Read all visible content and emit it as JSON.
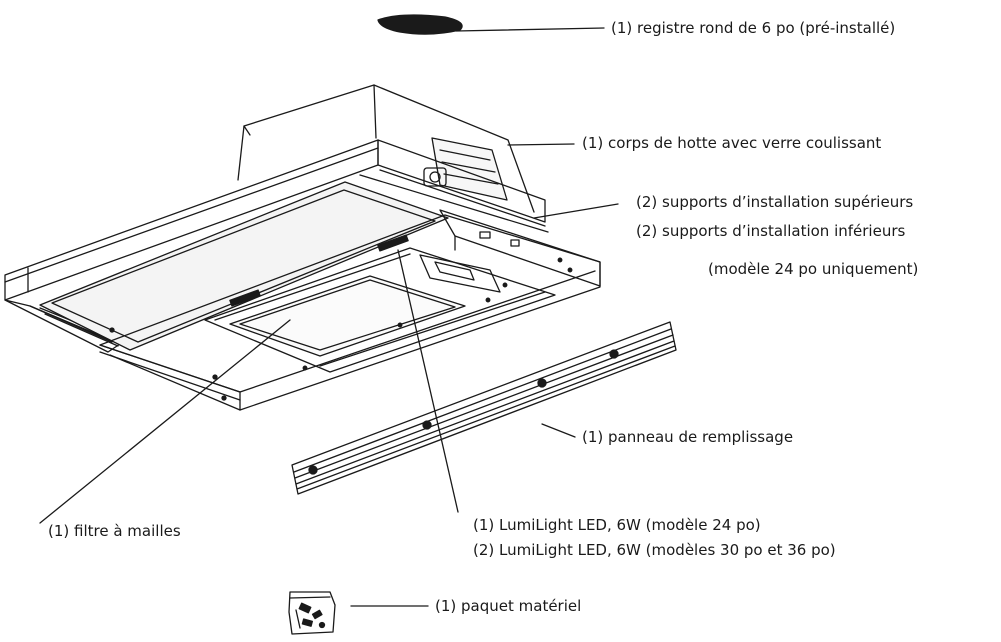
{
  "callouts": {
    "damper": "(1) registre rond de 6 po (pré-installé)",
    "hood_body": "(1) corps de hotte avec verre coulissant",
    "upper_brackets": "(2) supports d’installation supérieurs",
    "lower_brackets": "(2) supports d’installation inférieurs",
    "lower_brackets_note": "(modèle 24 po uniquement)",
    "filler_panel": "(1) panneau de remplissage",
    "mesh_filter": "(1) filtre à mailles",
    "led_24": "(1) LumiLight LED, 6W (modèle 24 po)",
    "led_30_36": "(2) LumiLight LED, 6W (modèles 30 po et 36 po)",
    "hardware_pack": "(1) paquet matériel"
  },
  "colors": {
    "line": "#1a1a1a",
    "background": "#ffffff",
    "panel_shade": "#f4f4f4"
  },
  "icons": {
    "damper": "round-damper-icon",
    "hardware": "hardware-bag-icon"
  }
}
